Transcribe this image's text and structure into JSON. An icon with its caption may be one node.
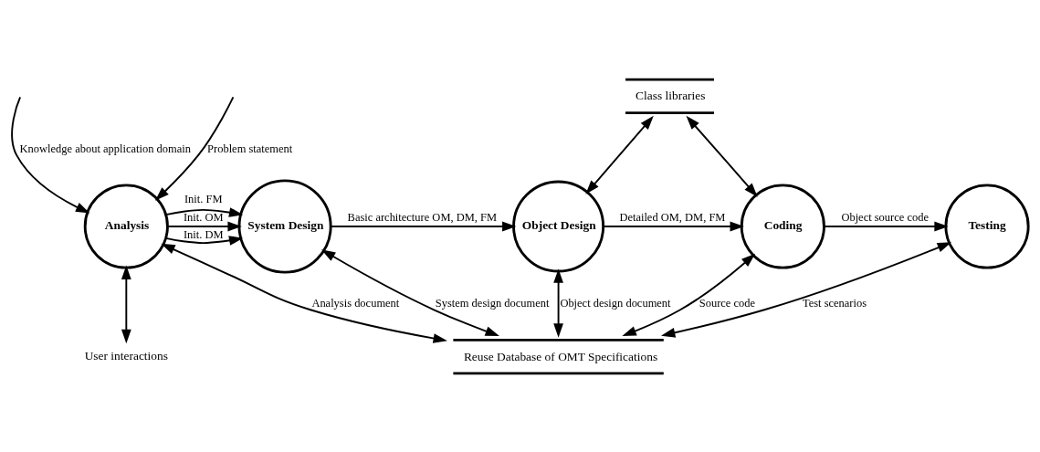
{
  "diagram": {
    "nodes": [
      {
        "text": [
          "Analysis"
        ]
      },
      {
        "text": [
          "System Design"
        ]
      },
      {
        "text": [
          "Object Design"
        ]
      },
      {
        "text": [
          "Coding"
        ]
      },
      {
        "text": [
          "Testing"
        ]
      },
      {
        "text": [
          "Class libraries"
        ]
      },
      {
        "text": [
          "Reuse Database of OMT Specifications"
        ]
      },
      {
        "text": [
          "User interactions"
        ]
      }
    ],
    "edges": [
      {
        "from": null,
        "to": 0,
        "arrow": "to",
        "label": "Knowledge about application domain"
      },
      {
        "from": null,
        "to": 0,
        "arrow": "to",
        "label": "Problem statement"
      },
      {
        "from": 0,
        "to": 1,
        "arrow": "to",
        "label": "Init. OM"
      },
      {
        "from": 0,
        "to": 1,
        "arrow": "to",
        "label": "Init. DM"
      },
      {
        "from": 0,
        "to": 1,
        "arrow": "to",
        "label": "Init. FM"
      },
      {
        "from": 1,
        "to": 2,
        "arrow": "to",
        "label": "Basic architecture OM, DM, FM"
      },
      {
        "from": 2,
        "to": 3,
        "arrow": "to",
        "label": "Detailed OM, DM, FM"
      },
      {
        "from": 3,
        "to": 4,
        "arrow": "to",
        "label": "Object source code"
      },
      {
        "from": 5,
        "to": 2,
        "arrow": "both"
      },
      {
        "from": 5,
        "to": 3,
        "arrow": "both"
      },
      {
        "from": 0,
        "to": 7,
        "arrow": "both"
      },
      {
        "from": 0,
        "to": 6,
        "arrow": "both",
        "label": "Analysis document"
      },
      {
        "from": 1,
        "to": 6,
        "arrow": "both",
        "label": "System design document"
      },
      {
        "from": 2,
        "to": 6,
        "arrow": "both",
        "label": "Object design document"
      },
      {
        "from": 3,
        "to": 6,
        "arrow": "both",
        "label": "Source code"
      },
      {
        "from": 4,
        "to": 6,
        "arrow": "both",
        "label": "Test scenarios"
      }
    ]
  }
}
